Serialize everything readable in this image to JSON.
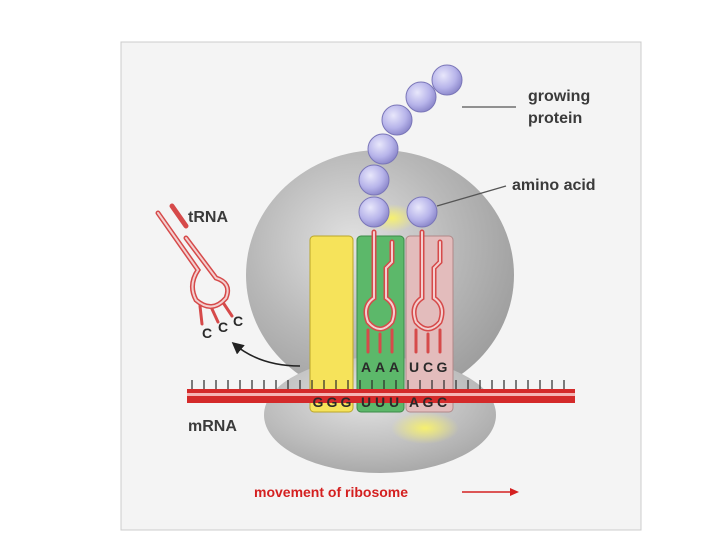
{
  "diagram": {
    "labels": {
      "growing_protein_line1": "growing",
      "growing_protein_line2": "protein",
      "amino_acid": "amino acid",
      "trna": "tRNA",
      "mrna": "mRNA",
      "movement": "movement of ribosome"
    },
    "anticodons": {
      "free_trna": [
        "C",
        "C",
        "C"
      ],
      "site_p": [
        "A",
        "A",
        "A"
      ],
      "site_a": [
        "U",
        "C",
        "G"
      ]
    },
    "codons": {
      "exit_site": [
        "G",
        "G",
        "G"
      ],
      "p_site": [
        "U",
        "U",
        "U"
      ],
      "a_site": [
        "A",
        "G",
        "C"
      ]
    },
    "colors": {
      "ribosome": "#b3b3b3",
      "site_exit": "#f6e35a",
      "site_p": "#5cb86a",
      "site_a": "#e3bcbc",
      "trna": "#d64a4a",
      "mrna": "#d42a2a",
      "amino_acid": "#b9b6ea",
      "highlight": "#f3ef6a",
      "movement_text": "#d42020"
    }
  }
}
